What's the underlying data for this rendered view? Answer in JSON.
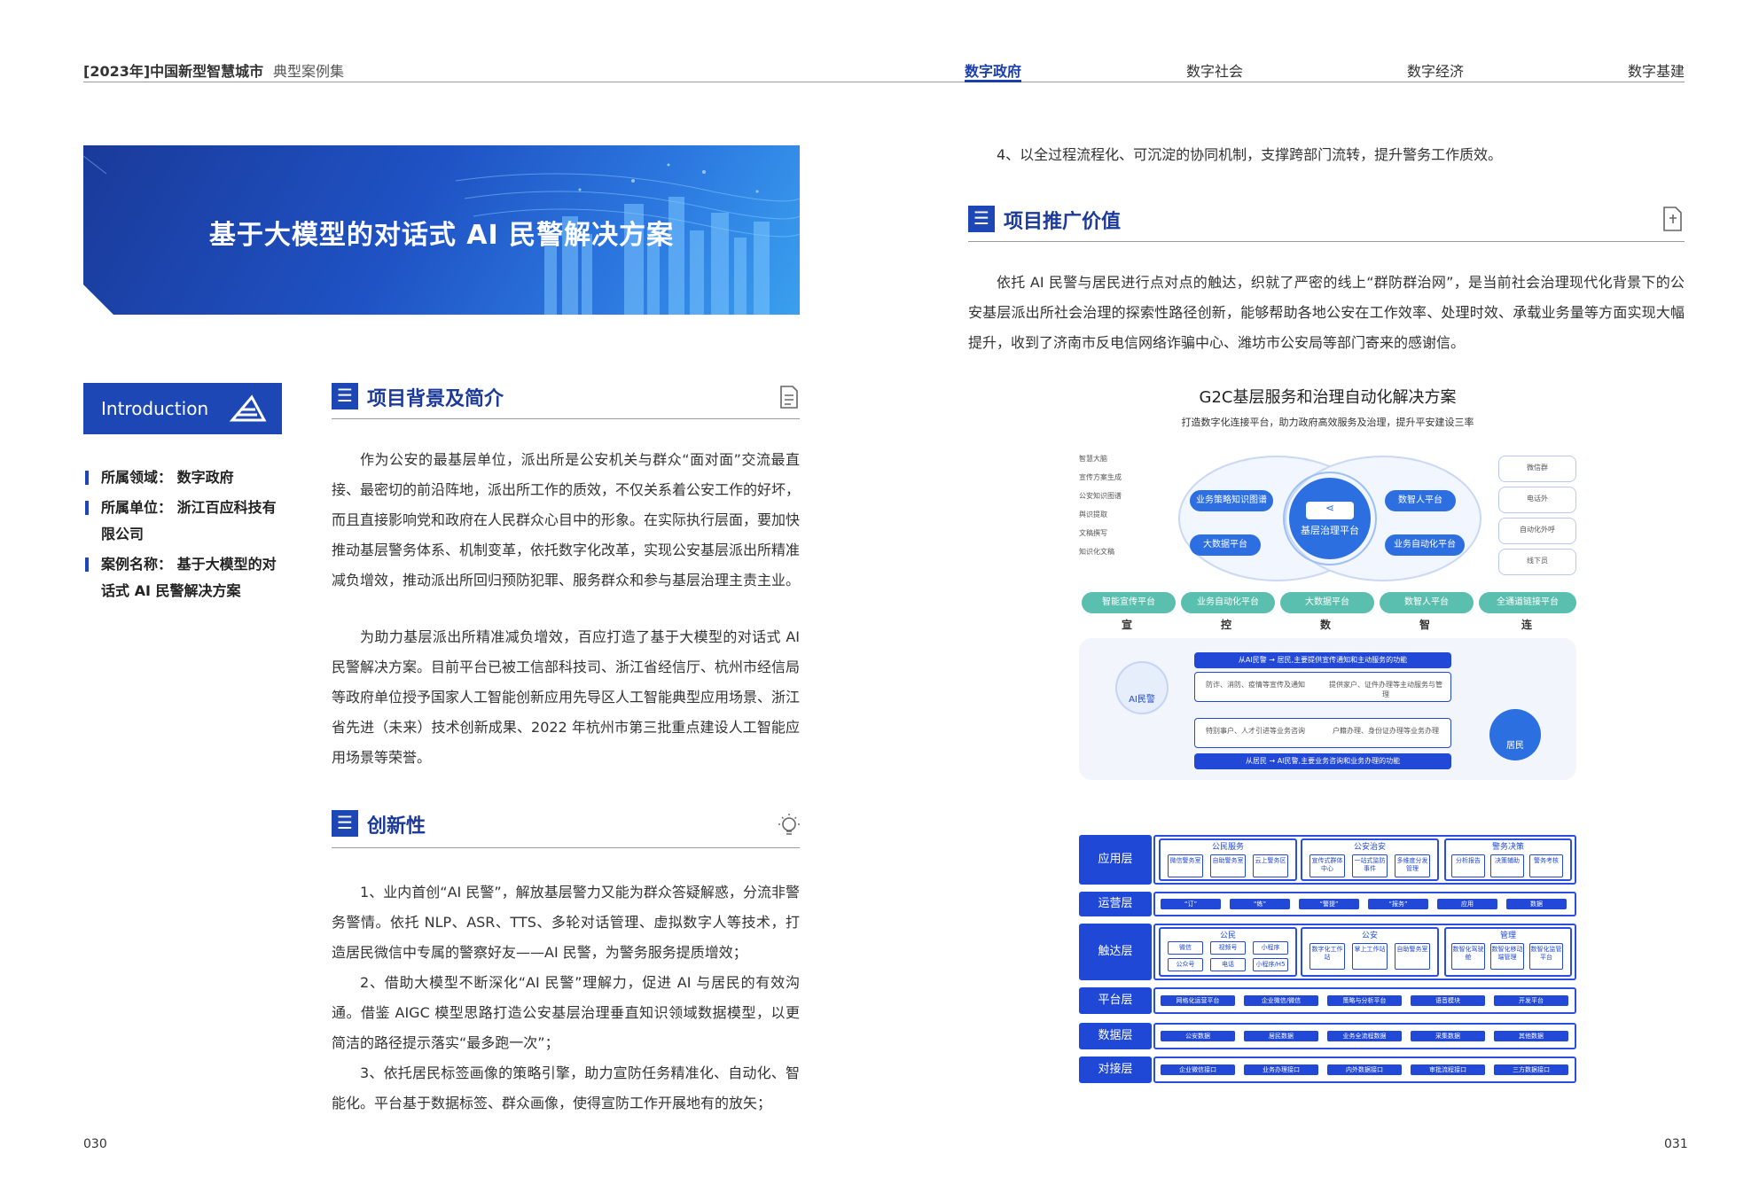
{
  "header": {
    "book_title": "[2023年]中国新型智慧城市",
    "book_subtitle": "典型案例集",
    "nav": [
      "数字政府",
      "数字社会",
      "数字经济",
      "数字基建"
    ],
    "active_nav": "数字政府"
  },
  "banner": {
    "title": "基于大模型的对话式 AI 民警解决方案"
  },
  "intro": {
    "label": "Introduction",
    "items": [
      {
        "line1": "所属领域：  数字政府",
        "line2": ""
      },
      {
        "line1": "所属单位：  浙江百应科技有",
        "line2": "限公司"
      },
      {
        "line1": "案例名称：  基于大模型的对",
        "line2": "话式 AI 民警解决方案"
      }
    ]
  },
  "sections": {
    "background": {
      "title": "项目背景及简介",
      "p1": "作为公安的最基层单位，派出所是公安机关与群众“面对面”交流最直接、最密切的前沿阵地，派出所工作的质效，不仅关系着公安工作的好坏，而且直接影响党和政府在人民群众心目中的形象。在实际执行层面，要加快推动基层警务体系、机制变革，依托数字化改革，实现公安基层派出所精准减负增效，推动派出所回归预防犯罪、服务群众和参与基层治理主责主业。",
      "p2": "为助力基层派出所精准减负增效，百应打造了基于大模型的对话式 AI 民警解决方案。目前平台已被工信部科技司、浙江省经信厅、杭州市经信局等政府单位授予国家人工智能创新应用先导区人工智能典型应用场景、浙江省先进（未来）技术创新成果、2022 年杭州市第三批重点建设人工智能应用场景等荣誉。"
    },
    "innovation": {
      "title": "创新性",
      "p1": "1、业内首创“AI 民警”，解放基层警力又能为群众答疑解惑，分流非警务警情。依托 NLP、ASR、TTS、多轮对话管理、虚拟数字人等技术，打造居民微信中专属的警察好友——AI 民警，为警务服务提质增效；",
      "p2": "2、借助大模型不断深化“AI 民警”理解力，促进 AI 与居民的有效沟通。借鉴 AIGC 模型思路打造公安基层治理垂直知识领域数据模型，以更简洁的路径提示落实“最多跑一次”；",
      "p3": "3、依托居民标签画像的策略引擎，助力宣防任务精准化、自动化、智能化。平台基于数据标签、群众画像，使得宣防工作开展地有的放矢；",
      "p4": "4、以全过程流程化、可沉淀的协同机制，支撑跨部门流转，提升警务工作质效。"
    },
    "value": {
      "title": "项目推广价值",
      "p1": "依托 AI 民警与居民进行点对点的触达，织就了严密的线上“群防群治网”，是当前社会治理现代化背景下的公安基层派出所社会治理的探索性路径创新，能够帮助各地公安在工作效率、处理时效、承载业务量等方面实现大幅提升，收到了济南市反电信网络诈骗中心、潍坊市公安局等部门寄来的感谢信。"
    }
  },
  "diagram": {
    "title": "G2C基层服务和治理自动化解决方案",
    "subtitle": "打造数字化连接平台，助力政府高效服务及治理，提升平安建设三率",
    "center": "基层治理平台",
    "left_list": [
      "智慧大脑",
      "宣传方案生成",
      "公安知识图谱",
      "舆识提取",
      "文稿撰写",
      "知识化文稿"
    ],
    "right_list": [
      "微信群",
      "电话外",
      "自动化外呼",
      "线下员"
    ],
    "inner_pills": [
      "业务策略知识图谱",
      "大数据平台",
      "数智人平台",
      "业务自动化平台"
    ],
    "platform_pills": [
      "智能宣传平台",
      "业务自动化平台",
      "大数据平台",
      "数智人平台",
      "全通道链接平台"
    ],
    "platform_chars": [
      "宣",
      "控",
      "数",
      "智",
      "连"
    ],
    "flow_top": "从AI民警 → 居民,主要提供宣传通知和主动服务的功能",
    "flow_bottom": "从居民 → AI民警,主要业务咨询和业务办理的功能",
    "flow_mid1a": "防诈、消防、疫情等宣传及通知",
    "flow_mid1b": "提供家户、证件办理等主动服务与管理",
    "flow_mid2a": "特别事户、人才引进等业务咨询",
    "flow_mid2b": "户籍办理、身份证办理等业务办理",
    "ai_label": "AI民警",
    "resident_label": "居民"
  },
  "architecture": {
    "layers": [
      "应用层",
      "运营层",
      "触达层",
      "平台层",
      "数据层",
      "对接层"
    ],
    "app_groups": [
      {
        "title": "公民服务",
        "items": [
          "微信警务室",
          "自助警务室",
          "云上警务区"
        ]
      },
      {
        "title": "公安治安",
        "items": [
          "宣传式群体中心",
          "一站式监防事件",
          "多维度分发管理"
        ]
      },
      {
        "title": "警务决策",
        "items": [
          "分析报告",
          "决策辅助",
          "警务考核"
        ]
      }
    ],
    "ops_items": [
      "“订”",
      "“练”",
      "“警提”",
      "“报务”",
      "应用",
      "数据"
    ],
    "touch_groups": [
      {
        "title": "公民",
        "items": [
          "微信",
          "视频号",
          "小程序",
          "公众号",
          "电话",
          "小程序/H5"
        ]
      },
      {
        "title": "公安",
        "items": [
          "数字化工作站",
          "掌上工作站",
          "自助警务室"
        ]
      },
      {
        "title": "管理",
        "items": [
          "数智化驾驶舱",
          "数智化移动端管理",
          "数智化监管平台"
        ]
      }
    ],
    "platform_items": [
      "网格化运营平台",
      "企业微信/微信",
      "策略与分析平台",
      "语音模块",
      "开发平台"
    ],
    "data_items": [
      "公安数据",
      "居民数据",
      "业务全流程数据",
      "采集数据",
      "其他数据"
    ],
    "dock_items": [
      "企业微信接口",
      "业务办理接口",
      "内外数据接口",
      "审批流程接口",
      "三方数据接口"
    ]
  },
  "pages": {
    "left": "030",
    "right": "031"
  },
  "colors": {
    "brand": "#1d47b5",
    "accent": "#2148d6",
    "teal": "#5bbfb0"
  }
}
